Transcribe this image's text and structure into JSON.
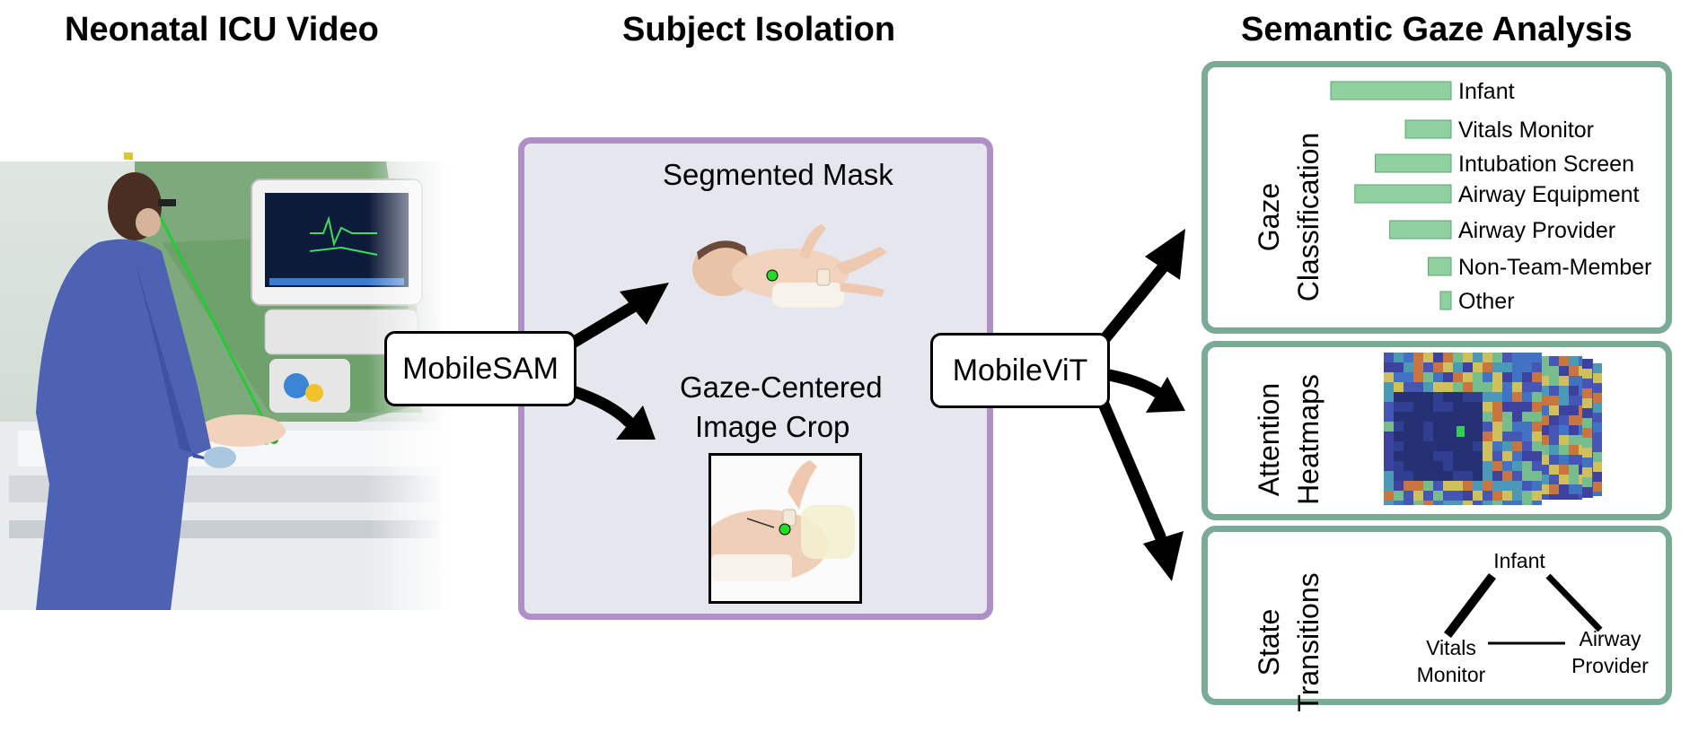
{
  "titles": {
    "video": "Neonatal ICU Video",
    "isolation": "Subject Isolation",
    "analysis": "Semantic Gaze Analysis"
  },
  "isolation_panel": {
    "mask_label": "Segmented Mask",
    "crop_label_line1": "Gaze-Centered",
    "crop_label_line2": "Image Crop"
  },
  "models": {
    "segmenter": "MobileSAM",
    "classifier": "MobileViT"
  },
  "panels": {
    "classification": {
      "line1": "Gaze",
      "line2": "Classification"
    },
    "heatmaps": {
      "line1": "Attention",
      "line2": "Heatmaps"
    },
    "transitions": {
      "line1": "State",
      "line2": "Transitions"
    }
  },
  "chart_data": {
    "type": "bar",
    "orientation": "horizontal",
    "categories": [
      "Infant",
      "Vitals Monitor",
      "Intubation Screen",
      "Airway Equipment",
      "Airway Provider",
      "Non-Team-Member",
      "Other"
    ],
    "values": [
      100,
      38,
      63,
      80,
      51,
      19,
      9
    ],
    "bar_color": "#8fd19e",
    "xlabel": "",
    "ylabel": ""
  },
  "transition_nodes": {
    "infant": "Infant",
    "vitals_line1": "Vitals",
    "vitals_line2": "Monitor",
    "airway_line1": "Airway",
    "airway_line2": "Provider"
  },
  "colors": {
    "panel_border": "#7aab97",
    "isolation_border": "#b08fc7",
    "isolation_fill": "#e6e6ef",
    "gaze_point": "#22dd22"
  }
}
